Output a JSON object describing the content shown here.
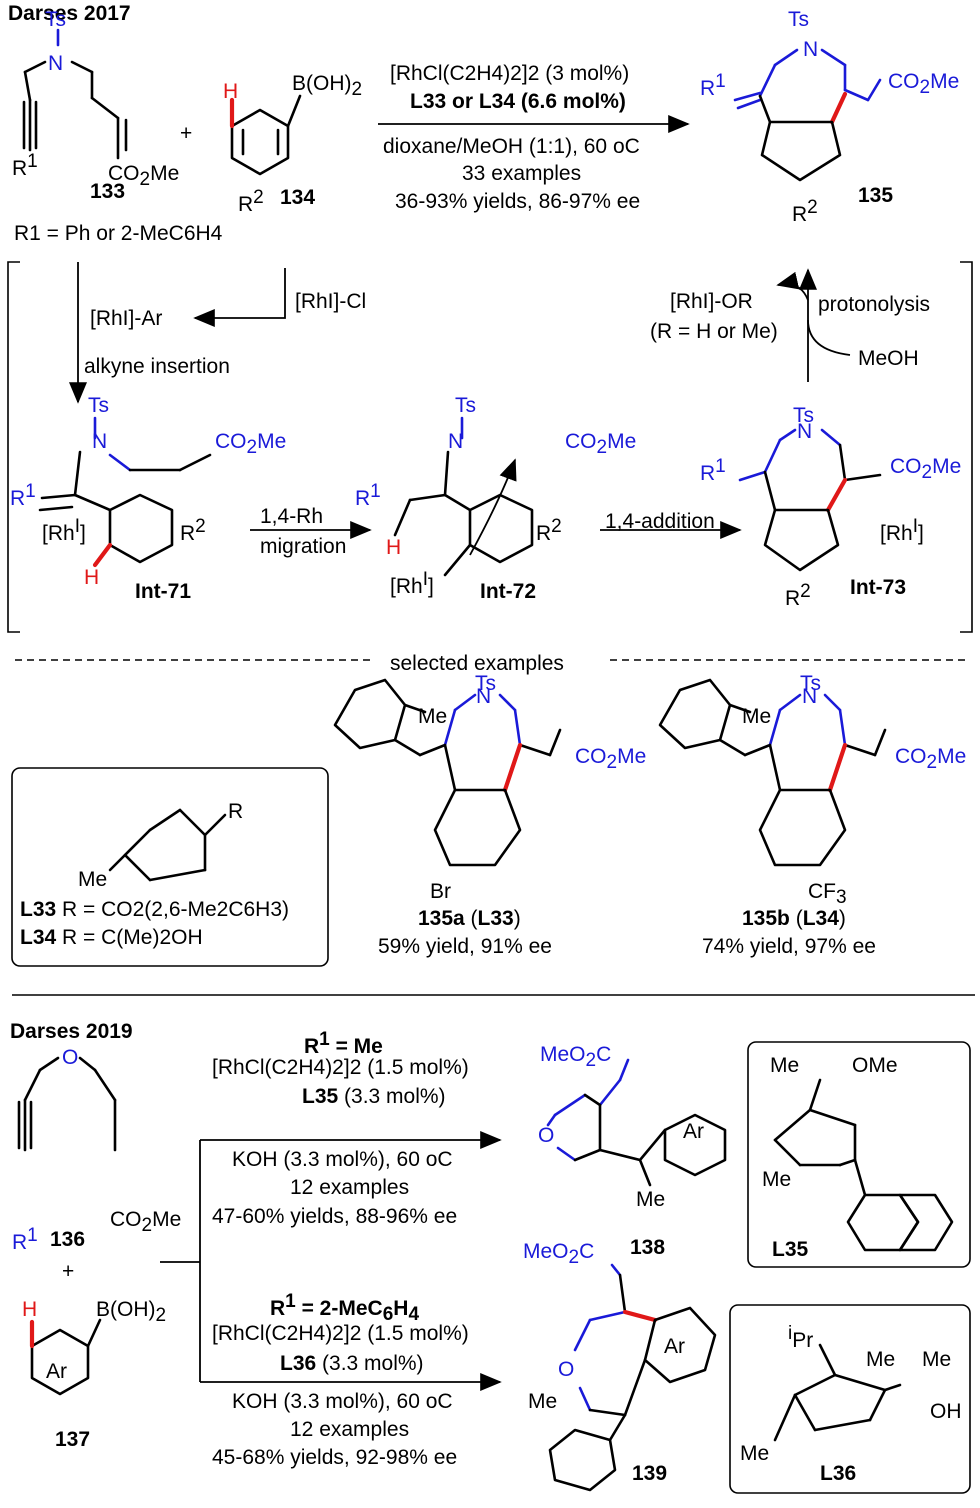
{
  "section1": {
    "title": "Darses 2017",
    "sub_title": "R1 = Ph or 2-MeC6H4",
    "compound133": "133",
    "compound134": "134",
    "compound135": "135",
    "reagents": {
      "line1": "[RhCl(C2H4)2]2 (3 mol%)",
      "line2": "L33 or L34 (6.6 mol%)",
      "line3": "dioxane/MeOH (1:1), 60 oC",
      "line4": "33 examples",
      "line5": "36-93% yields, 86-97% ee"
    }
  },
  "cycle": {
    "rh_cl": "[RhI]-Cl",
    "rh_ar": "[RhI]-Ar",
    "alkyne_insertion": "alkyne insertion",
    "migration_l1": "1,4-Rh",
    "migration_l2": "migration",
    "addition": "1,4-addition",
    "rh_or": "[RhI]-OR",
    "r_def": "(R = H or Me)",
    "protonolysis": "protonolysis",
    "meoh": "MeOH",
    "int71": "Int-71",
    "int72": "Int-72",
    "int73": "Int-73"
  },
  "selected": {
    "header": "selected examples",
    "l33": "L33",
    "l33_r": "R = CO2(2,6-Me2C6H3)",
    "l34": "L34",
    "l34_r": "R = C(Me)2OH",
    "ex_a_name": "135a",
    "ex_a_lig": "L33",
    "ex_a_result": "59% yield, 91% ee",
    "ex_b_name": "135b",
    "ex_b_lig": "L34",
    "ex_b_result": "74% yield, 97% ee"
  },
  "section2": {
    "title": "Darses 2019",
    "upper": {
      "head": "R1 = Me",
      "line1": "[RhCl(C2H4)2]2 (1.5 mol%)",
      "line2": "L35 (3.3 mol%)",
      "line3": "KOH (3.3 mol%), 60 oC",
      "line4": "12 examples",
      "line5": "47-60% yields, 88-96% ee"
    },
    "lower": {
      "head": "R1 = 2-MeC6H4",
      "line1": "[RhCl(C2H4)2]2 (1.5 mol%)",
      "line2": "L36 (3.3 mol%)",
      "line3": "KOH (3.3 mol%), 60 oC",
      "line4": "12 examples",
      "line5": "45-68% yields, 92-98% ee"
    },
    "compound136": "136",
    "compound137": "137",
    "compound138": "138",
    "compound139": "139",
    "l35": "L35",
    "l36": "L36"
  },
  "colors": {
    "hetero": "#1a1ad8",
    "new_bond": "#e01818"
  }
}
